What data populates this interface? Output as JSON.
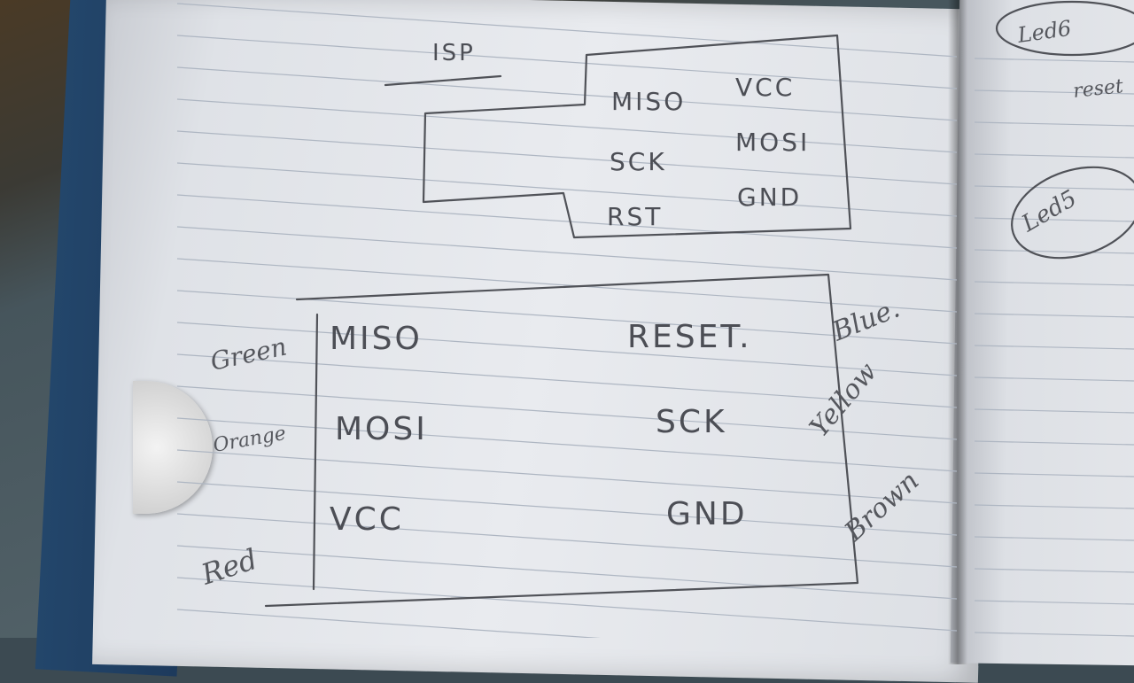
{
  "isp_header": {
    "title": "ISP",
    "pins_left": [
      "MISO",
      "SCK",
      "RST"
    ],
    "pins_right": [
      "VCC",
      "MOSI",
      "GND"
    ]
  },
  "board_pins": {
    "left": [
      "MISO",
      "MOSI",
      "VCC"
    ],
    "right": [
      "RESET.",
      "SCK",
      "GND"
    ]
  },
  "wire_colors": {
    "left": [
      "Green",
      "Orange",
      "Red"
    ],
    "right": [
      "Blue.",
      "Yellow",
      "Brown"
    ]
  },
  "right_page_notes": [
    "Led6",
    "reset",
    "Led5"
  ],
  "colors": {
    "ink": "#505258",
    "paper": "#e6e8ec",
    "rule_line": "#aeb6c2",
    "cover": "#23466b"
  }
}
